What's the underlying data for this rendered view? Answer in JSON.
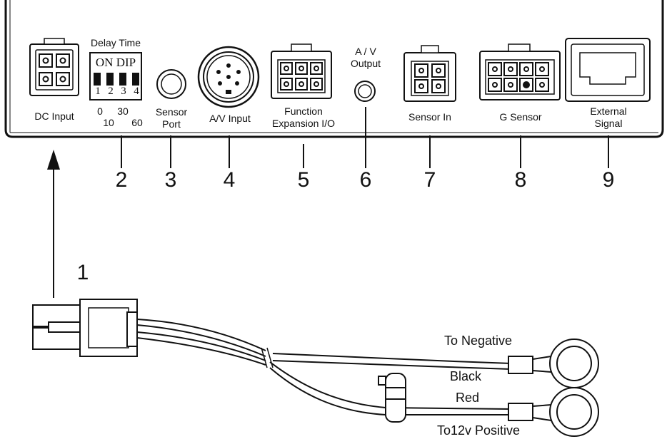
{
  "panel": {
    "labels": {
      "dc_input": "DC Input",
      "delay_time": "Delay Time",
      "dip_on_dip": "ON DIP",
      "dip_numbers": [
        "1",
        "2",
        "3",
        "4"
      ],
      "delay_values": [
        "0",
        "30",
        "10",
        "60"
      ],
      "sensor_port": [
        "Sensor",
        "Port"
      ],
      "av_input": "A/V Input",
      "function_expansion": [
        "Function",
        "Expansion I/O"
      ],
      "av_output": [
        "A / V",
        "Output"
      ],
      "sensor_in": "Sensor In",
      "g_sensor": "G Sensor",
      "external_signal": [
        "External",
        "Signal"
      ]
    }
  },
  "callouts": [
    "1",
    "2",
    "3",
    "4",
    "5",
    "6",
    "7",
    "8",
    "9"
  ],
  "cable": {
    "to_negative": "To  Negative",
    "black": "Black",
    "red": "Red",
    "to_positive": "To12v Positive"
  },
  "colors": {
    "line": "#111111",
    "panel_fill": "#ffffff",
    "background": "#ffffff"
  }
}
